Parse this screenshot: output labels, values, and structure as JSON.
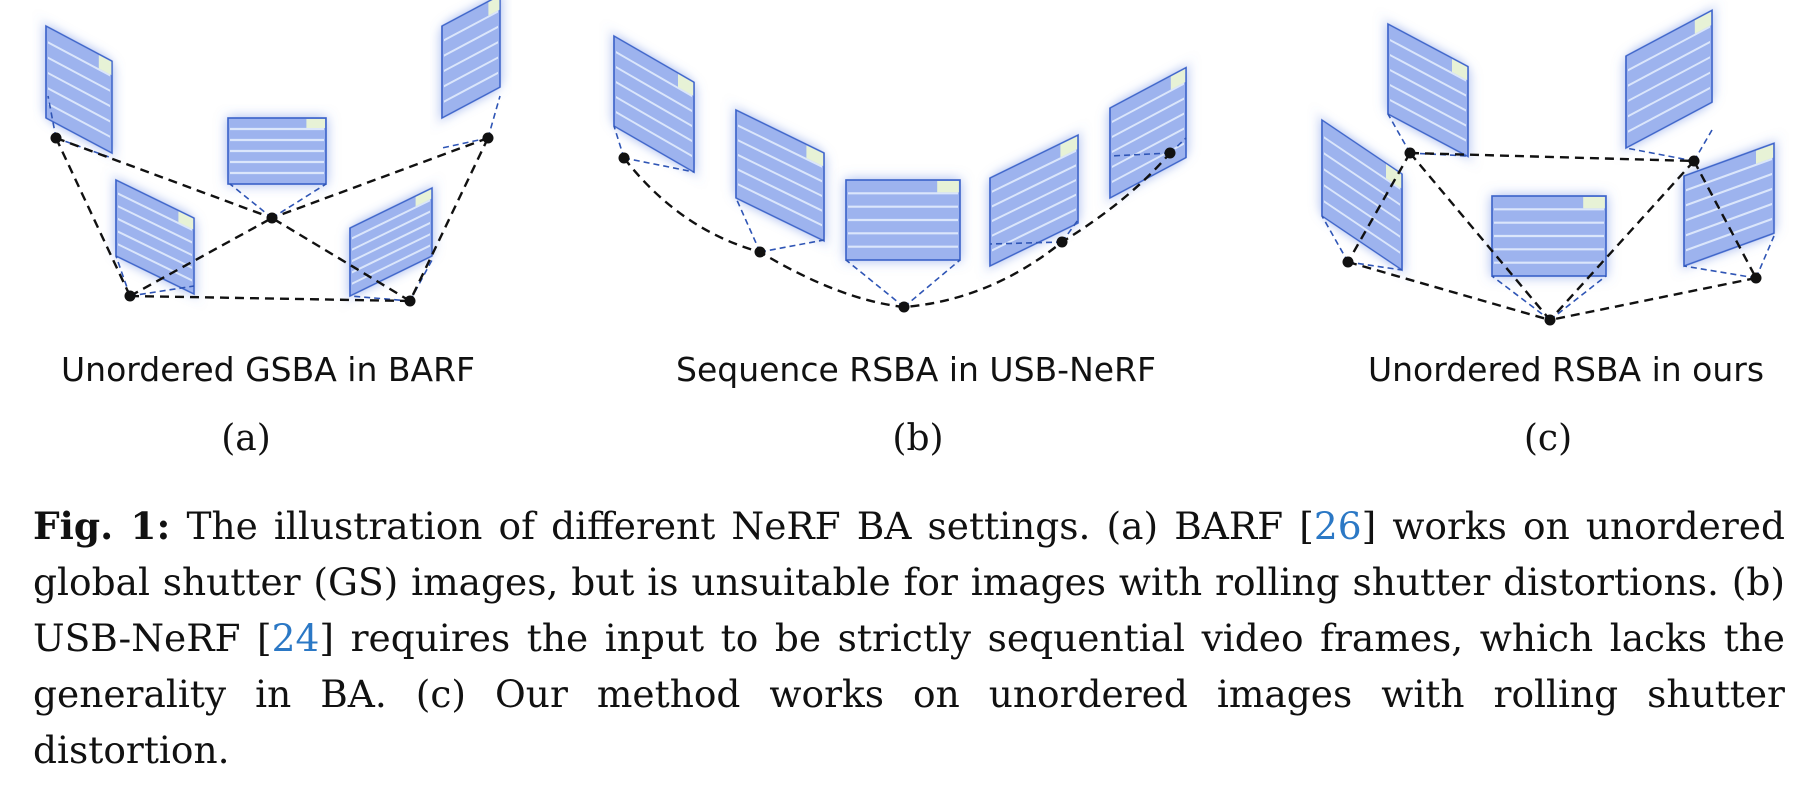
{
  "panels": [
    {
      "title": "Unordered GSBA in BARF",
      "letter": "(a)"
    },
    {
      "title": "Sequence RSBA in USB-NeRF",
      "letter": "(b)"
    },
    {
      "title": "Unordered RSBA in ours",
      "letter": "(c)"
    }
  ],
  "caption": {
    "label": "Fig. 1:",
    "text_1": " The illustration of different NeRF BA settings. (a) BARF [",
    "ref_1": "26",
    "text_2": "] works on un­ordered global shutter (GS) images, but is unsuitable for images with rolling shut­ter distortions. (b) USB-NeRF [",
    "ref_2": "24",
    "text_3": "] requires the input to be strictly sequential video frames, which lacks the generality in BA. (c) Our method works on unordered images with rolling shutter distortion."
  },
  "colors": {
    "frame_fill": "#9db3ee",
    "frame_stroke": "#3a62c9",
    "stripe": "#dbe6fb",
    "accent": "#e7f2d6",
    "ray": "#2f55b5",
    "path": "#111111",
    "cite": "#2b78c5"
  }
}
